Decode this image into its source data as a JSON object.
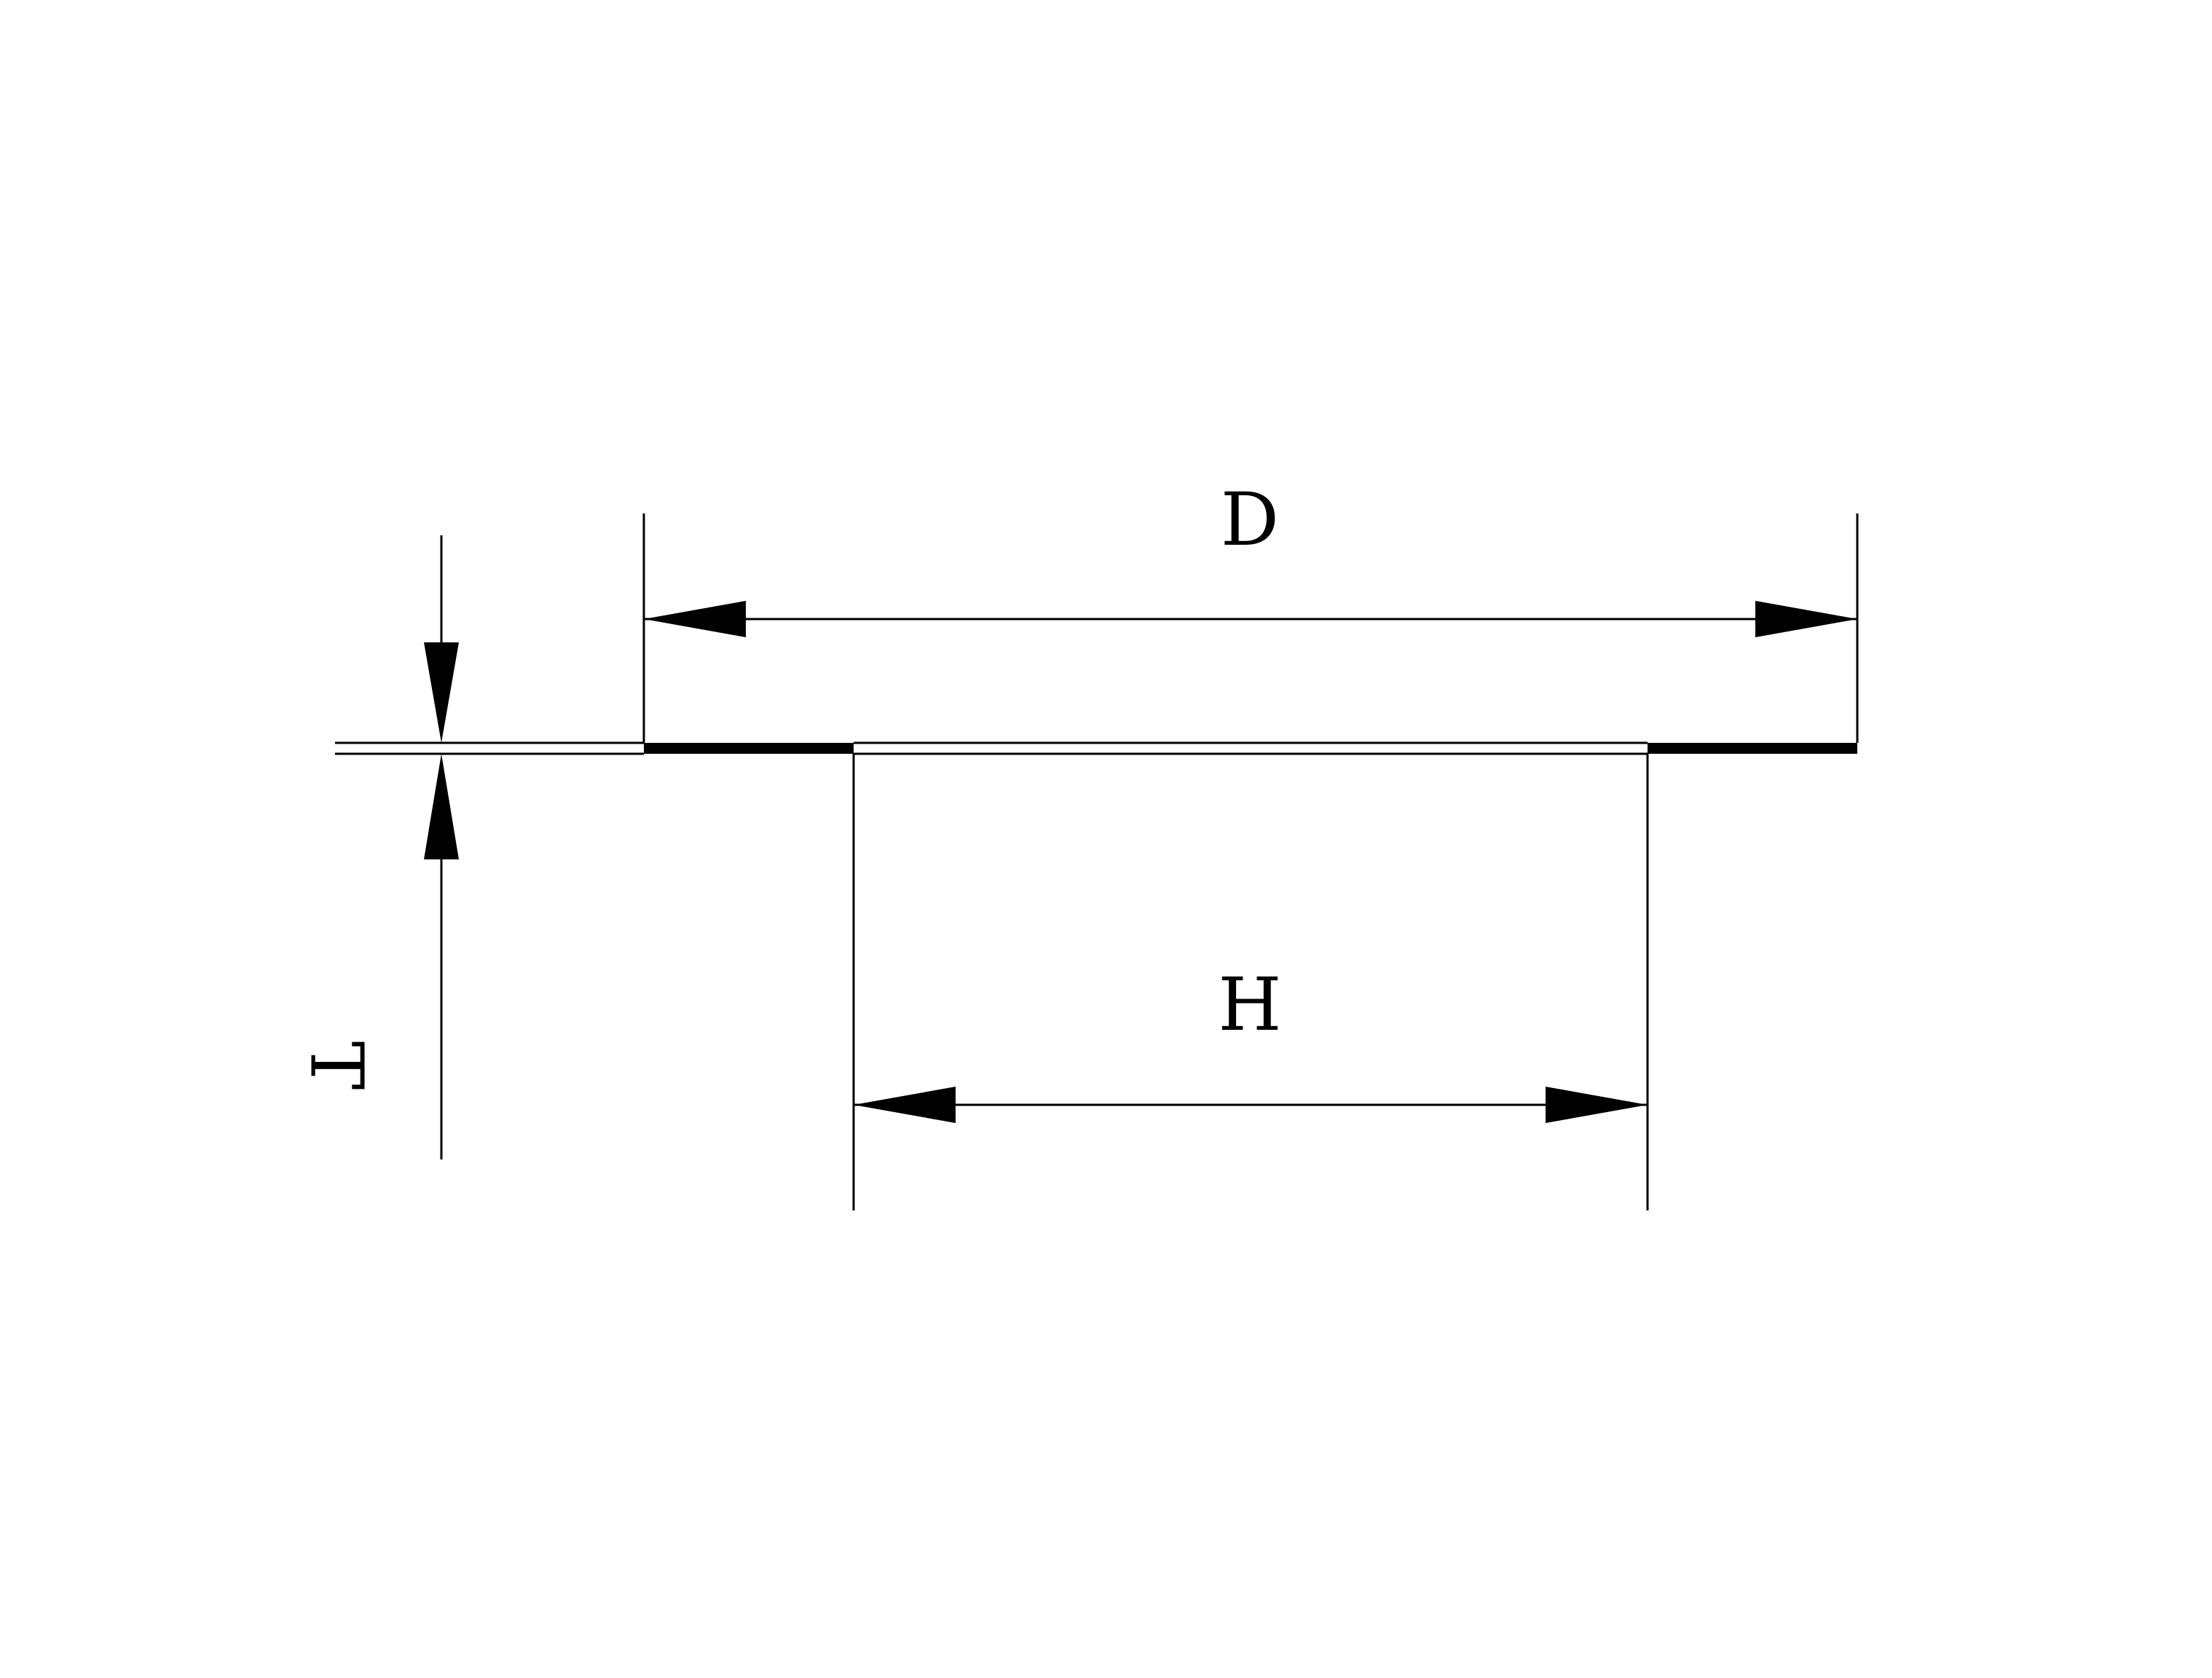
{
  "diagram": {
    "labels": {
      "outer_diameter": "D",
      "inner_diameter": "H",
      "thickness": "T"
    },
    "colors": {
      "line": "#000000",
      "background": "#ffffff"
    }
  }
}
